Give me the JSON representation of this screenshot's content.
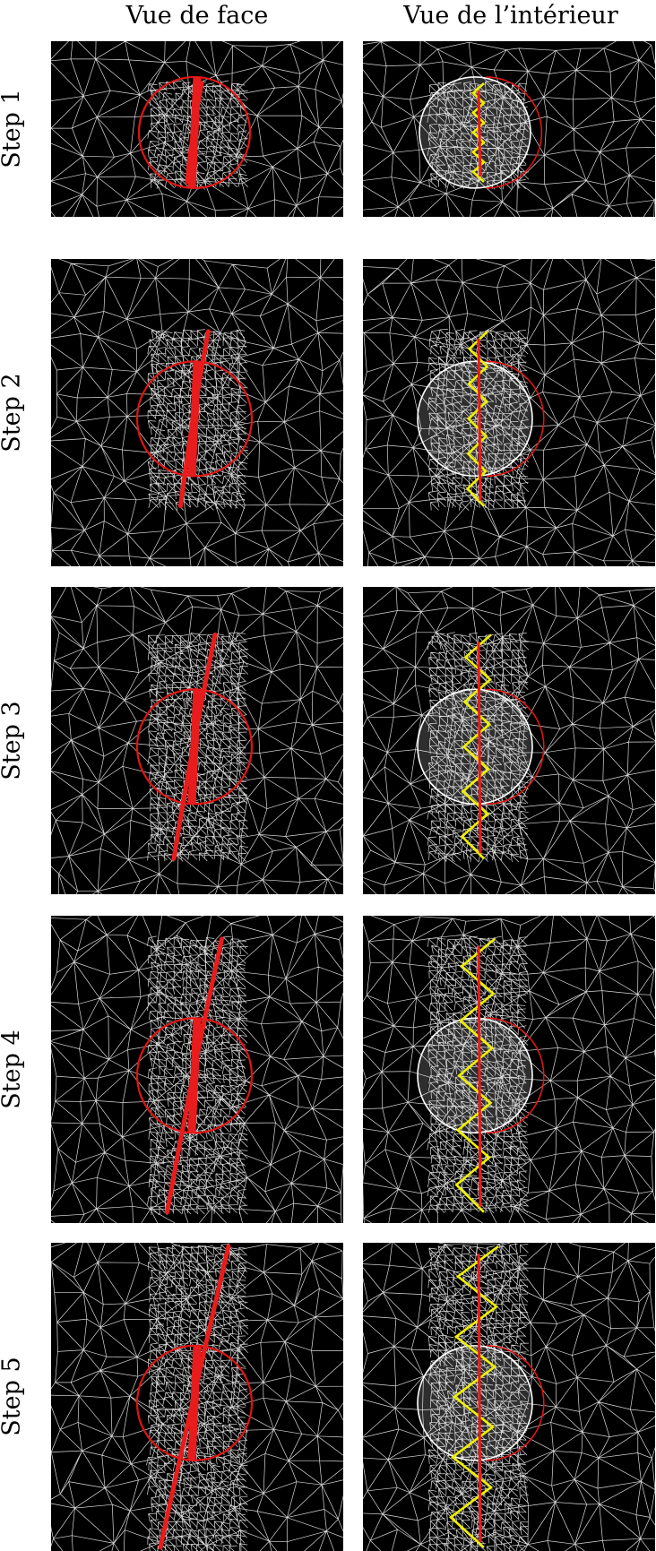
{
  "figure": {
    "column_titles": [
      "Vue de face",
      "Vue de l’intérieur"
    ],
    "steps": [
      {
        "label": "Step 1",
        "crack_extent": 0.0
      },
      {
        "label": "Step 2",
        "crack_extent": 0.25
      },
      {
        "label": "Step 3",
        "crack_extent": 0.5
      },
      {
        "label": "Step 4",
        "crack_extent": 0.75
      },
      {
        "label": "Step 5",
        "crack_extent": 1.0
      }
    ]
  },
  "colors": {
    "background": "#000000",
    "mesh": "#ffffff",
    "circle": "#e01414",
    "crack": "#e81c1c",
    "crack_front": "#f0f000"
  }
}
